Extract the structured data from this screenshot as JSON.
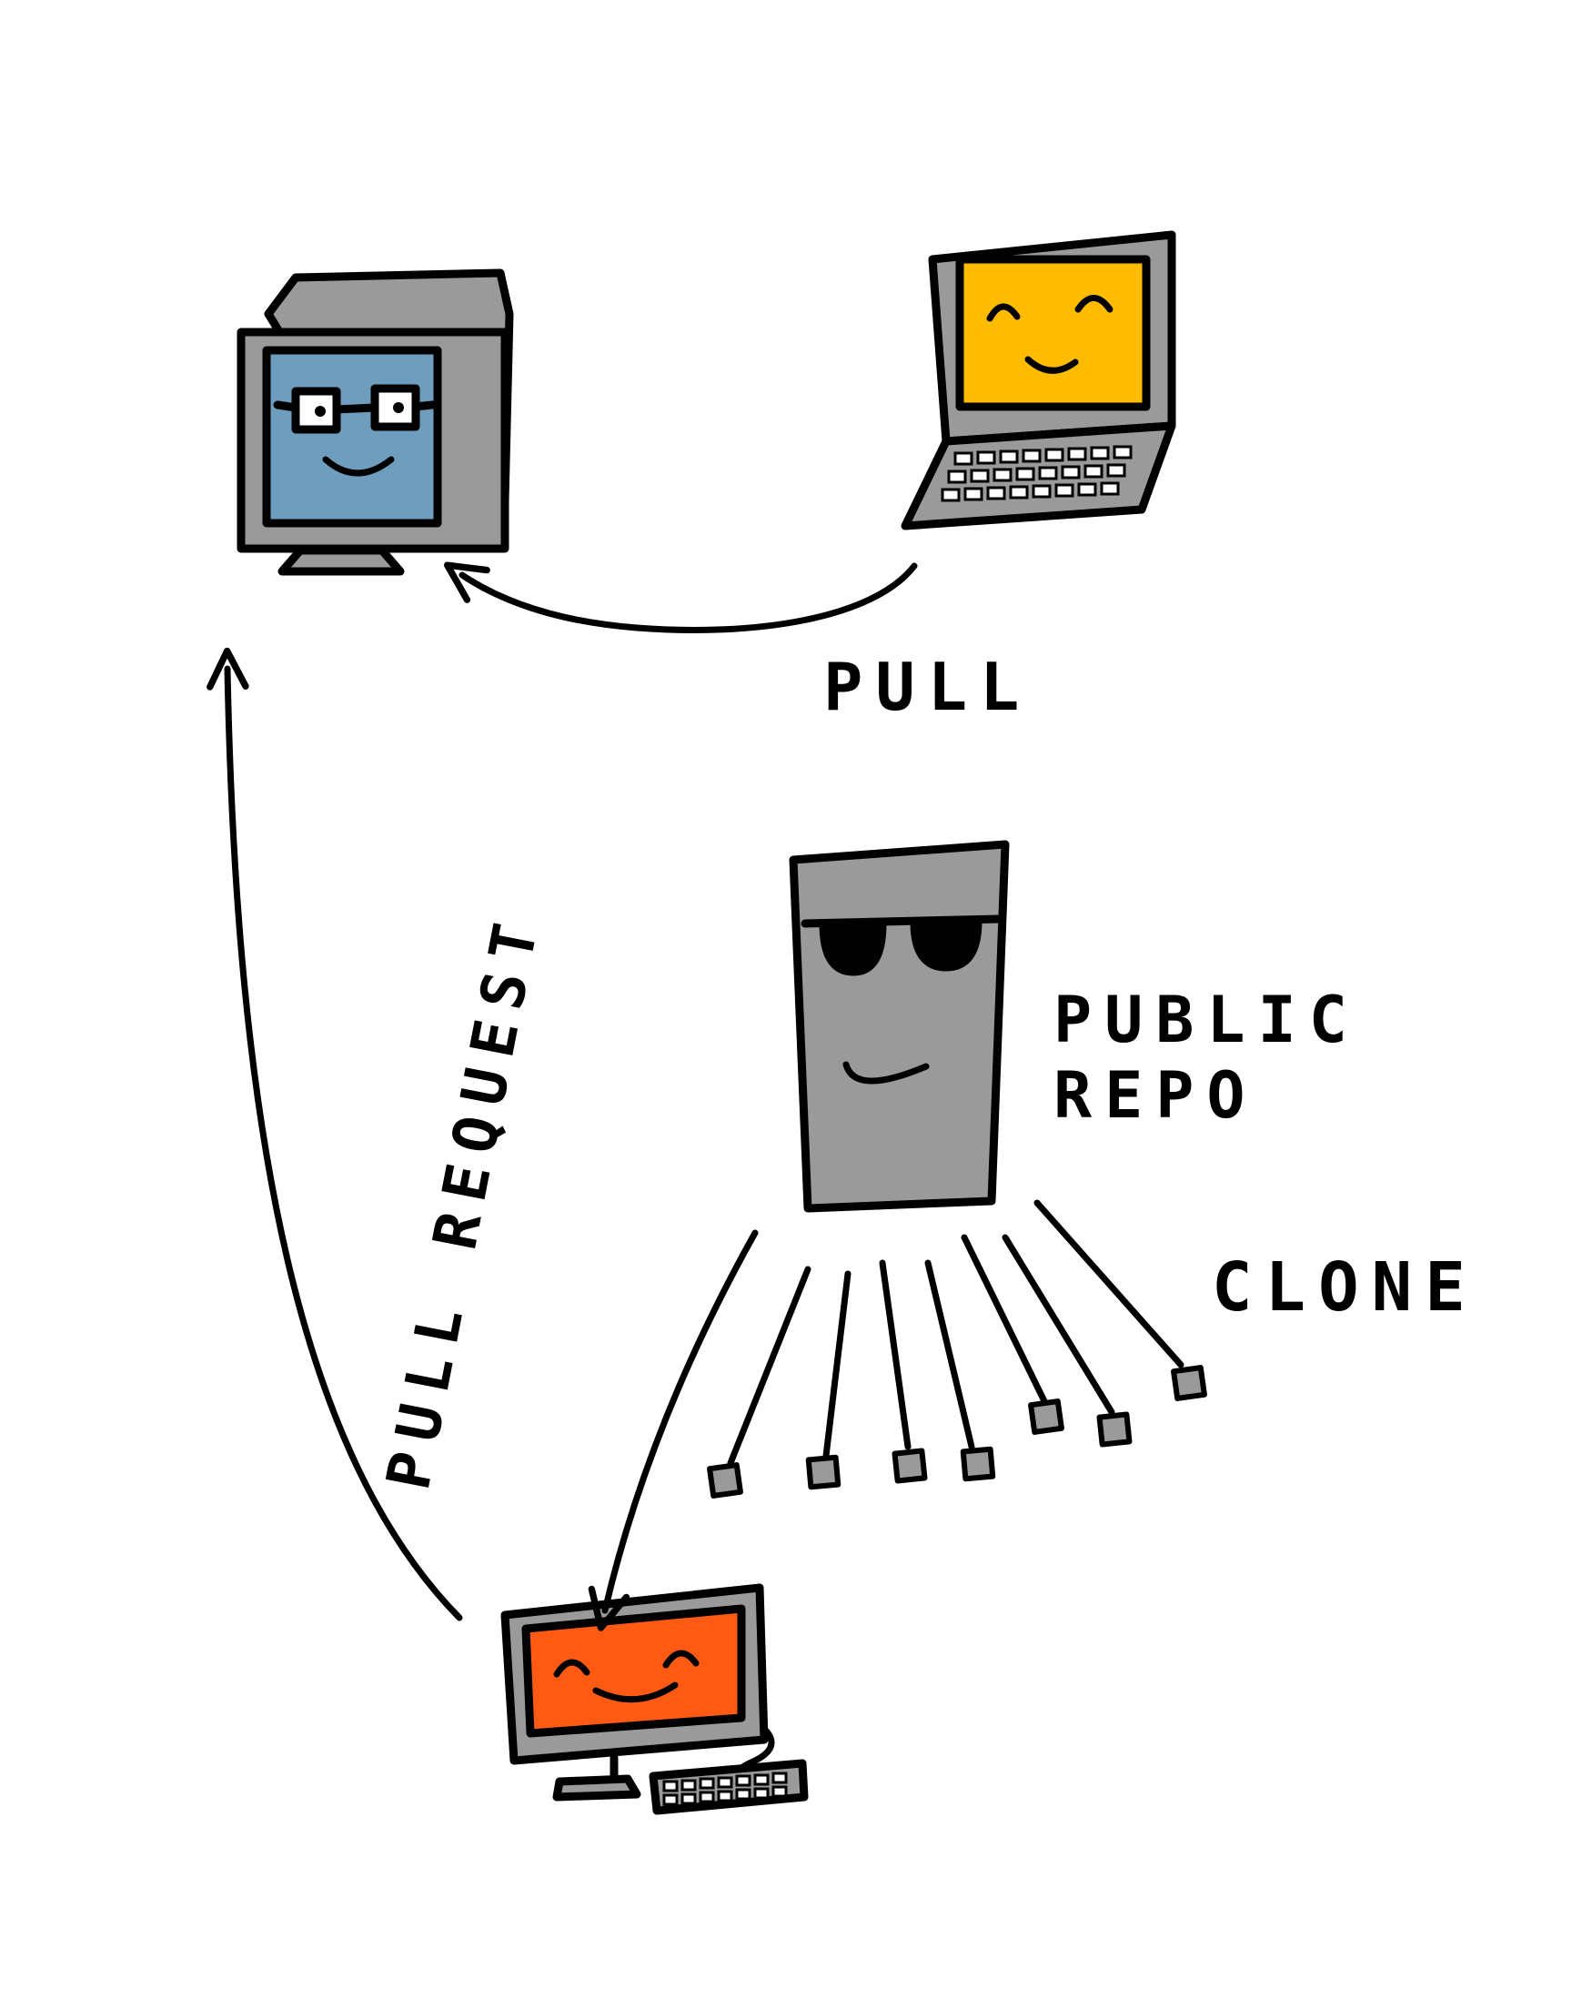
{
  "labels": {
    "pull": "PULL",
    "pull_request": "PULL REQUEST",
    "public_line1": "PUBLIC",
    "public_line2": "REPO",
    "clone": "CLONE"
  },
  "nodes": [
    {
      "name": "crt-monitor-computer",
      "screen_color": "#6e9dbe",
      "face": "glasses-smile"
    },
    {
      "name": "laptop-computer",
      "screen_color": "#ffbb00",
      "face": "happy-smile"
    },
    {
      "name": "public-repo-server",
      "body_color": "#9a9a9a",
      "face": "sunglasses-smile"
    },
    {
      "name": "desktop-computer",
      "screen_color": "#ff5a14",
      "face": "happy-smile"
    }
  ],
  "edges": [
    {
      "name": "pull-arrow",
      "from": "laptop-computer",
      "to": "crt-monitor-computer",
      "label": "PULL"
    },
    {
      "name": "pull-request-arrow",
      "from": "desktop-computer",
      "to": "crt-monitor-computer",
      "label": "PULL REQUEST"
    },
    {
      "name": "clone-arrow",
      "from": "public-repo-server",
      "to": "desktop-computer",
      "label": "CLONE"
    }
  ],
  "clone_count": 8,
  "colors": {
    "ink": "#000000",
    "device_gray": "#9a9a9a",
    "crt_screen": "#6e9dbe",
    "laptop_screen": "#ffbb00",
    "desktop_screen": "#ff5a14",
    "background": "#ffffff"
  }
}
